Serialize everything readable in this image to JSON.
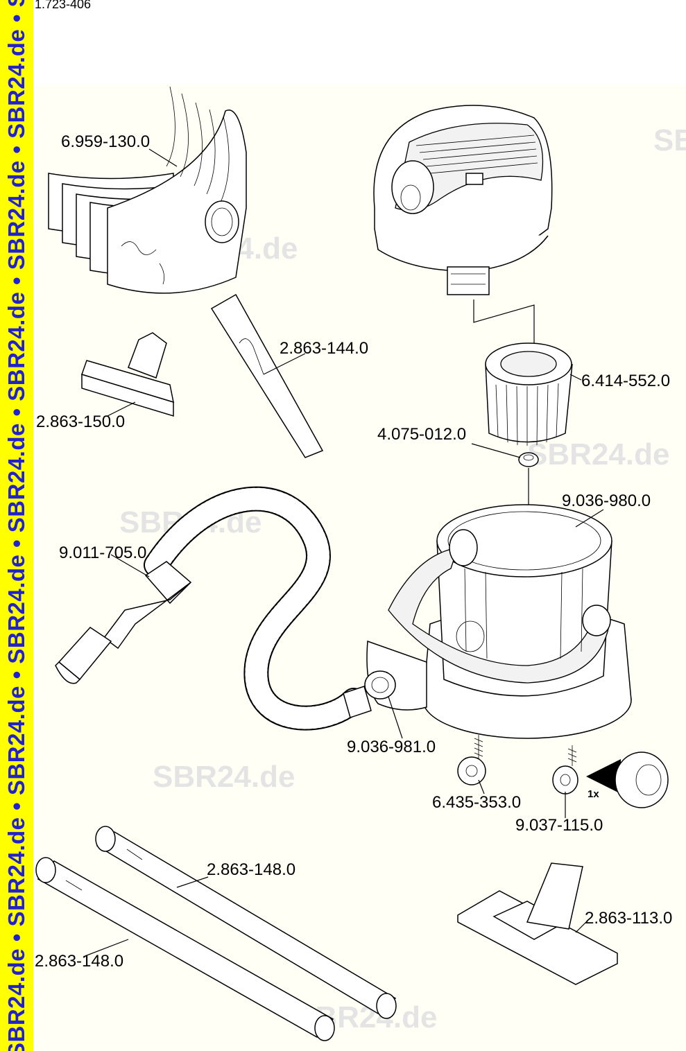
{
  "doc_id": "1.723-406",
  "sidebar_text": "SBR24.de • SBR24.de • SBR24.de • SBR24.de • SBR24.de • SBR24.de • SBR24.de • SBR24.de • SBR24.de",
  "watermark": "SBR24.de",
  "parts": {
    "filter_bags": "6.959-130.0",
    "crevice_nozzle": "2.863-144.0",
    "upholstery_nozzle": "2.863-150.0",
    "cartridge_filter": "6.414-552.0",
    "filter_screw": "4.075-012.0",
    "container": "9.036-980.0",
    "suction_hose": "9.011-705.0",
    "hose_inlet": "9.036-981.0",
    "castor": "6.435-353.0",
    "castor_alt": "9.037-115.0",
    "suction_tube_a": "2.863-148.0",
    "suction_tube_b": "2.863-148.0",
    "floor_nozzle": "2.863-113.0"
  },
  "quantity_note": "1x"
}
